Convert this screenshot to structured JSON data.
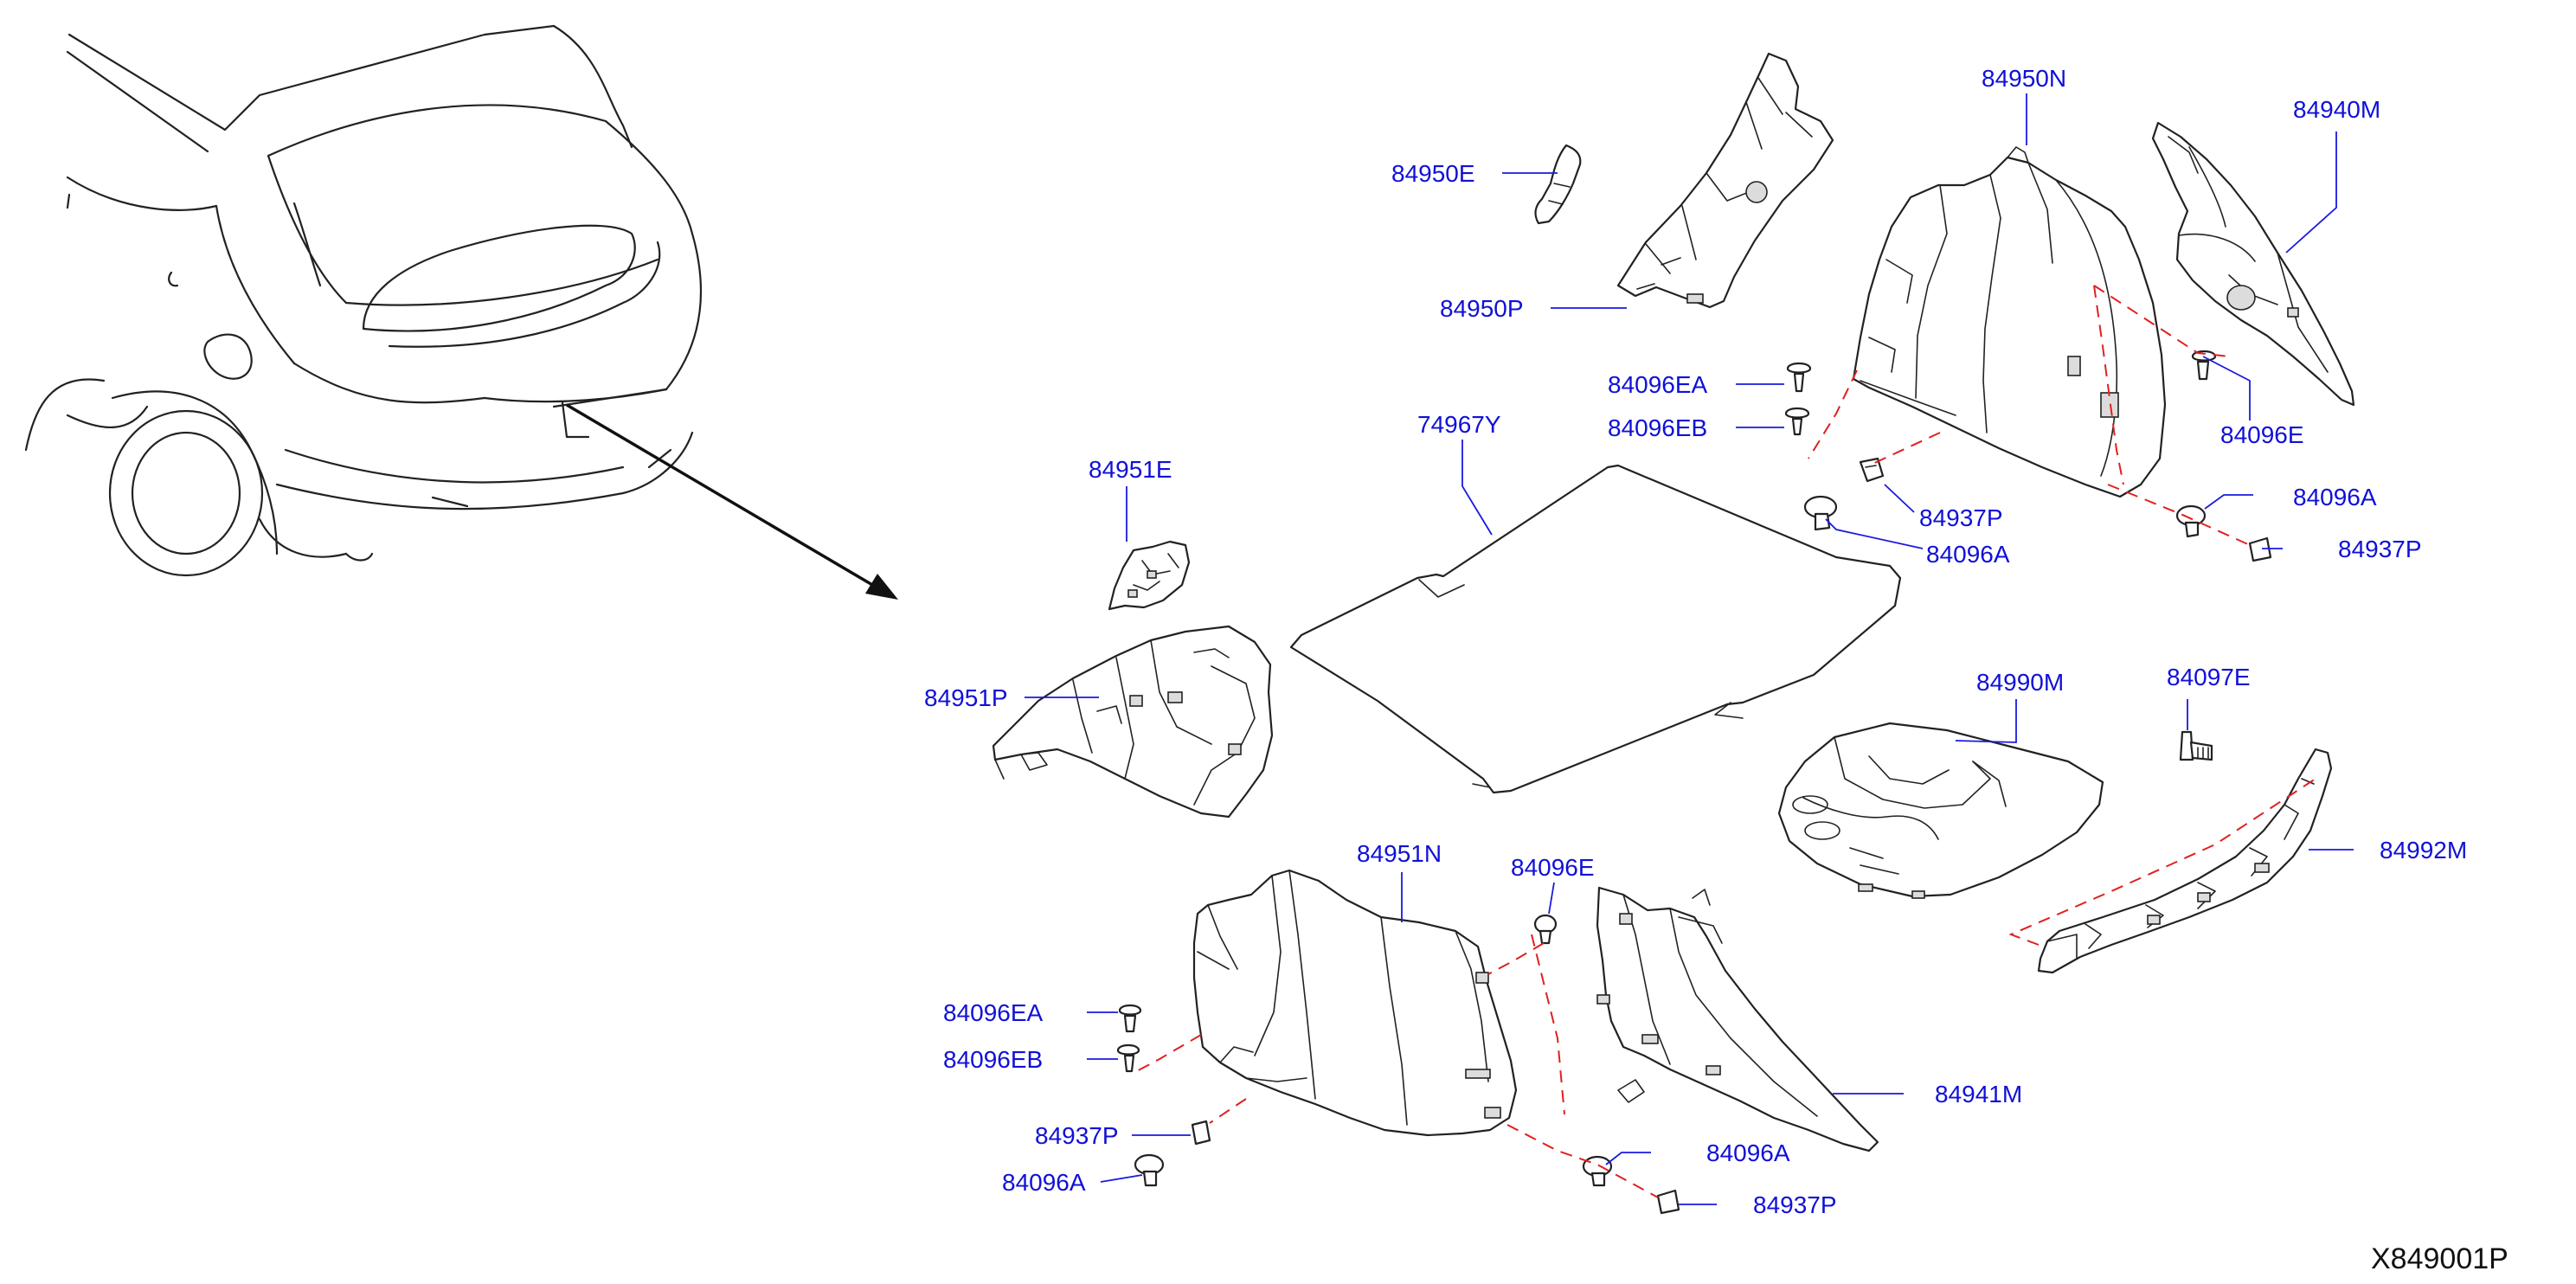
{
  "diagram": {
    "reference_code": "X849001P",
    "colors": {
      "callout": "#1010d8",
      "leader": "#1a1ae0",
      "dashed_guide": "#e02020",
      "line_art": "#222222"
    },
    "callouts": {
      "c84950N": "84950N",
      "c84940M": "84940M",
      "c84950E": "84950E",
      "c84950P": "84950P",
      "c84096EA_top": "84096EA",
      "c84096EB_top": "84096EB",
      "c84096E_top": "84096E",
      "c74967Y": "74967Y",
      "c84951E": "84951E",
      "c84937P_top": "84937P",
      "c84096A_top_right": "84096A",
      "c84096A_top_mid": "84096A",
      "c84937P_top_right": "84937P",
      "c84951P": "84951P",
      "c84990M": "84990M",
      "c84097E": "84097E",
      "c84992M": "84992M",
      "c84951N": "84951N",
      "c84096E_bottom": "84096E",
      "c84096EA_bottom": "84096EA",
      "c84096EB_bottom": "84096EB",
      "c84941M": "84941M",
      "c84937P_bottom_left": "84937P",
      "c84096A_bottom_left": "84096A",
      "c84096A_bottom_right": "84096A",
      "c84937P_bottom_right": "84937P"
    }
  }
}
